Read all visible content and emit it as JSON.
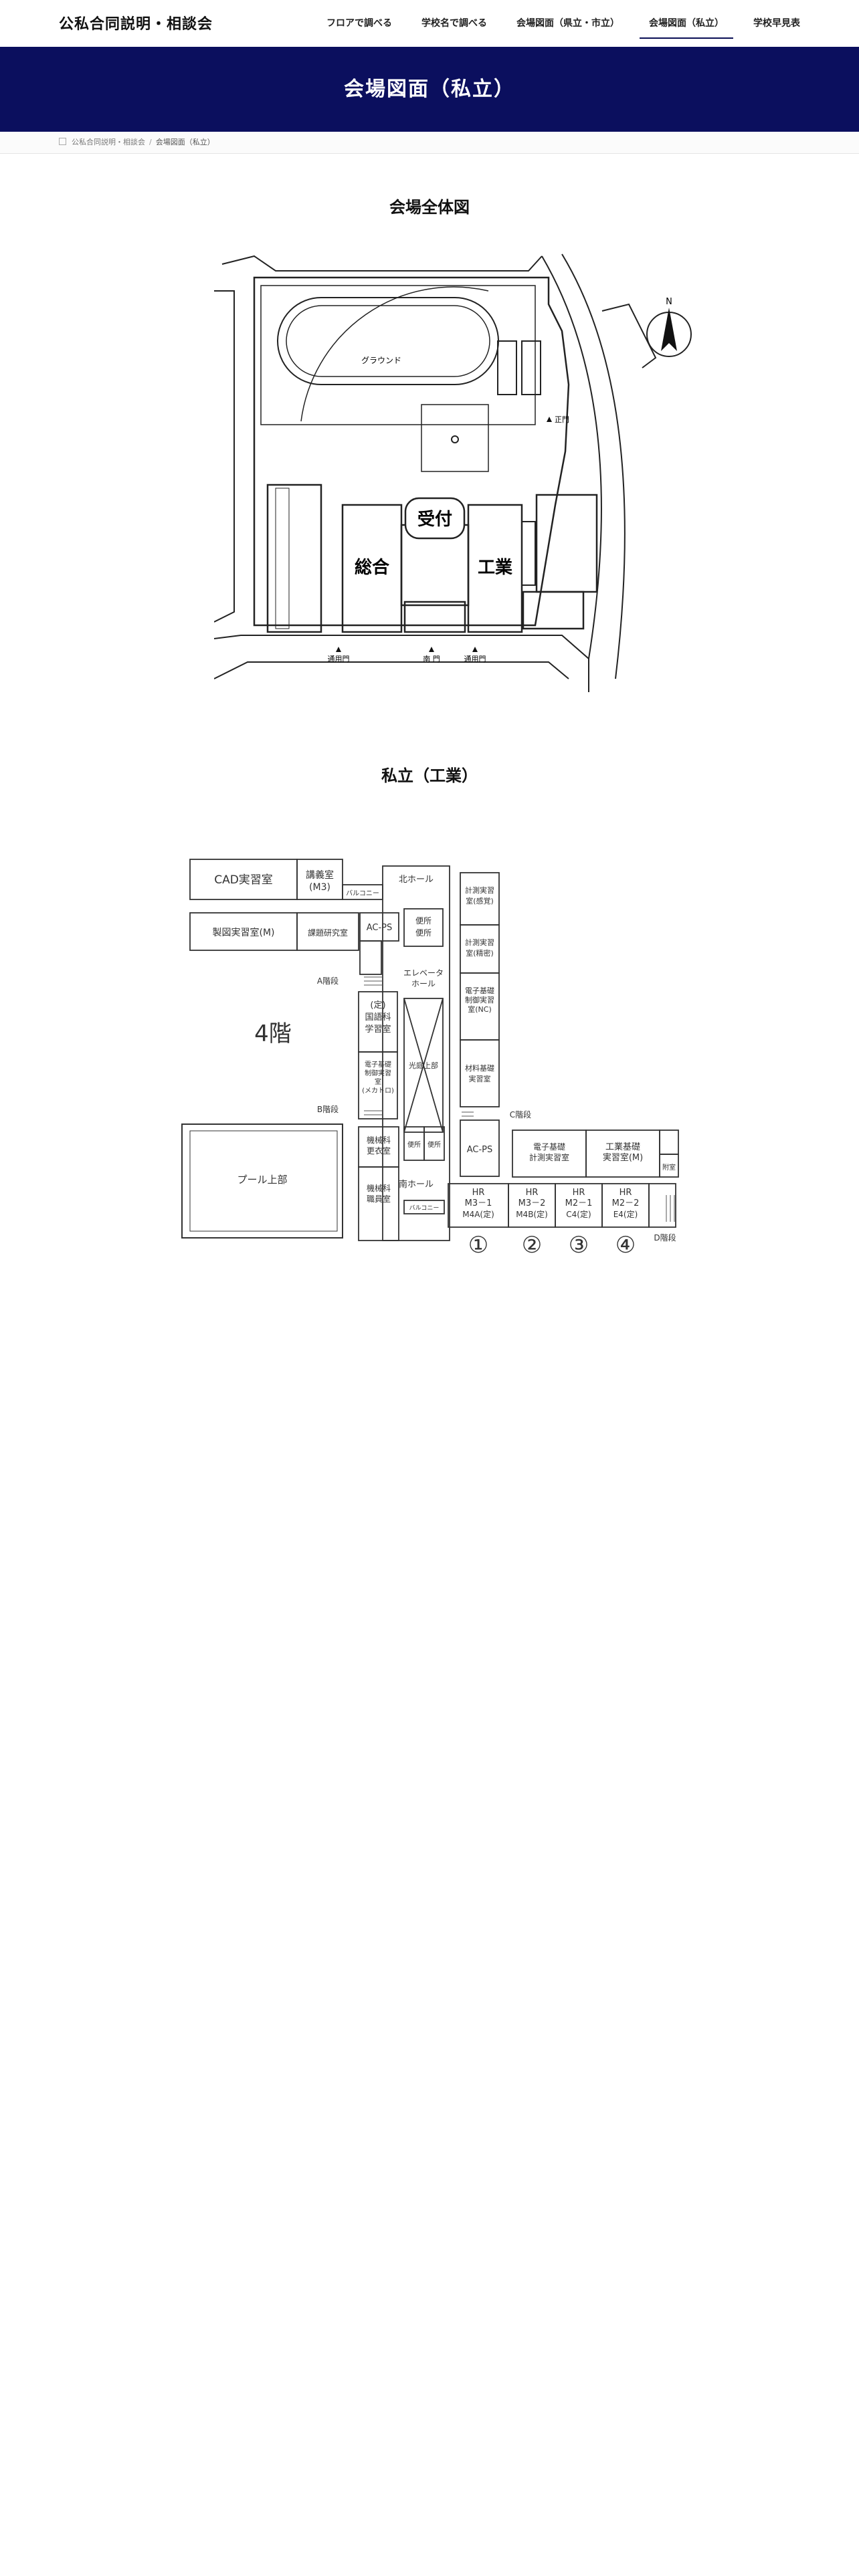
{
  "header": {
    "logo": "公私合同説明・相談会",
    "nav": [
      {
        "label": "フロアで調べる"
      },
      {
        "label": "学校名で調べる"
      },
      {
        "label": "会場図面（県立・市立）"
      },
      {
        "label": "会場図面（私立）",
        "active": true
      },
      {
        "label": "学校早見表"
      }
    ]
  },
  "banner": {
    "title": "会場図面（私立）"
  },
  "breadcrumb": {
    "home": "公私合同説明・相談会",
    "separator": "/",
    "current": "会場図面（私立）"
  },
  "site_map": {
    "title": "会場全体図",
    "labels": {
      "ground": "グラウンド",
      "reception": "受付",
      "sogo": "総合",
      "kogyo": "工業",
      "side_gate": "通用門",
      "main_gate": "南 門",
      "side_gate2": "通用門",
      "east_gate": "正門",
      "north": "N"
    }
  },
  "floor_map": {
    "title": "私立（工業）",
    "floor_label": "4階",
    "rooms": {
      "cad": "CAD実習室",
      "lecture_1": "講義室",
      "lecture_2": "(M3)",
      "balcony1": "バルコニー",
      "balcony2": "バルコニー",
      "north_hall": "北ホール",
      "measure1_1": "計測実習",
      "measure1_2": "室(感覚)",
      "drafting": "製図実習室(M)",
      "research": "課題研究室",
      "acps1": "AC-PS",
      "toilet1": "便所",
      "toilet2": "便所",
      "measure2_1": "計測実習",
      "measure2_2": "室(精密)",
      "stairs_a": "A階段",
      "elevator_hall_1": "エレベータ",
      "elevator_hall_2": "ホール",
      "elec1_1": "電子基礎",
      "elec1_2": "制御実習",
      "elec1_3": "室(NC)",
      "japanese_1": "(定)",
      "japanese_2": "国語科",
      "japanese_3": "学習室",
      "elec2_1": "電子基礎",
      "elec2_2": "制御実習",
      "elec2_3": "室",
      "elec2_4": "(メカトロ)",
      "atrium": "光庭上部",
      "material_1": "材料基礎",
      "material_2": "実習室",
      "stairs_b": "B階段",
      "stairs_c": "C階段",
      "pool": "プール上部",
      "locker_1": "機械科",
      "locker_2": "更衣室",
      "toilet3": "便所",
      "toilet4": "便所",
      "acps2": "AC-PS",
      "measure3_1": "電子基礎",
      "measure3_2": "計測実習室",
      "eng_1": "工業基礎",
      "eng_2": "実習室(M)",
      "annex": "附室",
      "south_hall": "南ホール",
      "staff_1": "機械科",
      "staff_2": "職員室",
      "stairs_d": "D階段"
    },
    "homerooms": [
      {
        "line1": "HR",
        "line2": "M3－1",
        "line3": "M4A(定)",
        "number": "①"
      },
      {
        "line1": "HR",
        "line2": "M3－2",
        "line3": "M4B(定)",
        "number": "②"
      },
      {
        "line1": "HR",
        "line2": "M2－1",
        "line3": "C4(定)",
        "number": "③"
      },
      {
        "line1": "HR",
        "line2": "M2－2",
        "line3": "E4(定)",
        "number": "④"
      }
    ]
  }
}
